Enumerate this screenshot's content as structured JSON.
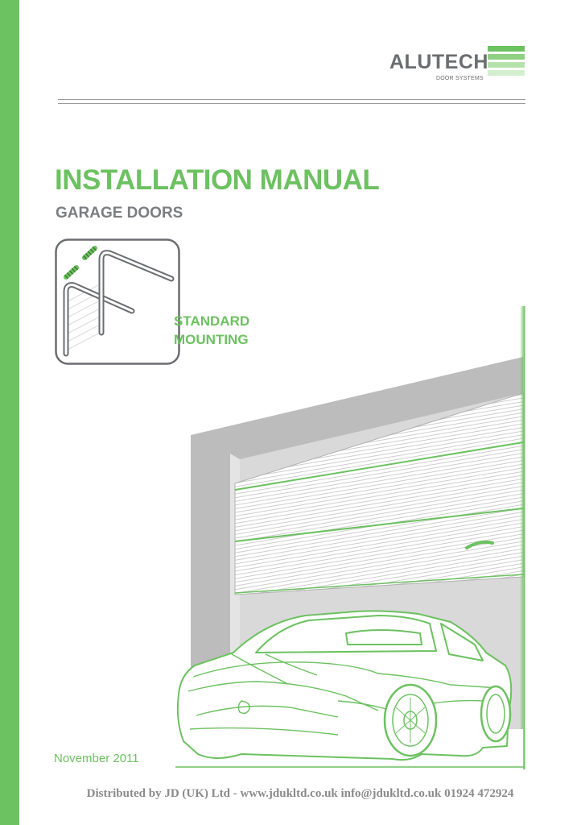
{
  "brand": {
    "name": "ALUTECH",
    "tagline": "DOOR SYSTEMS",
    "colors": {
      "green": "#6cc160",
      "light_green": "#a8dc9c",
      "gray": "#6b6d70"
    }
  },
  "document": {
    "title": "INSTALLATION MANUAL",
    "subtitle": "GARAGE DOORS",
    "mounting_line1": "STANDARD",
    "mounting_line2": "MOUNTING",
    "date": "November 2011"
  },
  "footer": {
    "text": "Distributed by JD (UK) Ltd - www.jdukltd.co.uk info@jdukltd.co.uk 01924 472924"
  },
  "illustrations": {
    "mount_icon": "standard-mounting-rail-icon",
    "cover_art": "garage-door-with-car"
  }
}
